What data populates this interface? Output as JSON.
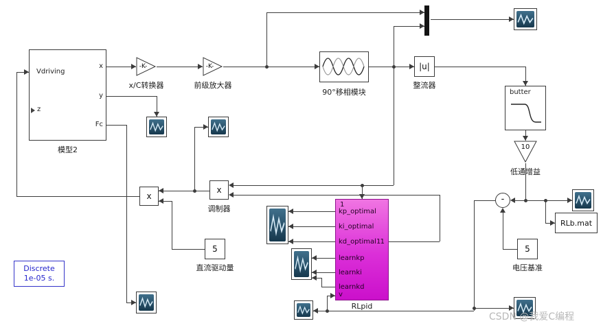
{
  "watermark": "CSDN @我爱C编程",
  "annotation": {
    "line1": "Discrete",
    "line2": "1e-05 s."
  },
  "model2": {
    "label": "模型2",
    "in1": "Vdriving",
    "in2": "z",
    "out1": "x",
    "out2": "y",
    "out3": "Fc"
  },
  "gain_xc": {
    "value": "-K-",
    "label": "x/C转换器"
  },
  "gain_pre": {
    "value": "-K-",
    "label": "前级放大器"
  },
  "phase": {
    "label": "90°移相模块"
  },
  "rect": {
    "value": "|u|",
    "label": "整流器"
  },
  "butter": {
    "title": "butter"
  },
  "gain_lp": {
    "value": "10",
    "label": "低通增益"
  },
  "mod": {
    "value": "x",
    "label": "调制器"
  },
  "prod": {
    "value": "x"
  },
  "dc": {
    "value": "5",
    "label": "直流驱动量"
  },
  "vref": {
    "value": "5",
    "label": "电压基准"
  },
  "sum": {
    "sign": "-"
  },
  "tofile": {
    "value": "RLb.mat"
  },
  "rlpid": {
    "label": "RLpid",
    "top_port": "1",
    "out_port": "1",
    "ports": [
      "kp_optimal",
      "ki_optimal",
      "kd_optimal1",
      "learnkp",
      "learnki",
      "learnkd",
      "v"
    ]
  },
  "colors": {
    "rlpid": "#d23bd2",
    "annotation_text": "#2424cc",
    "wire": "#3c3c3c"
  }
}
